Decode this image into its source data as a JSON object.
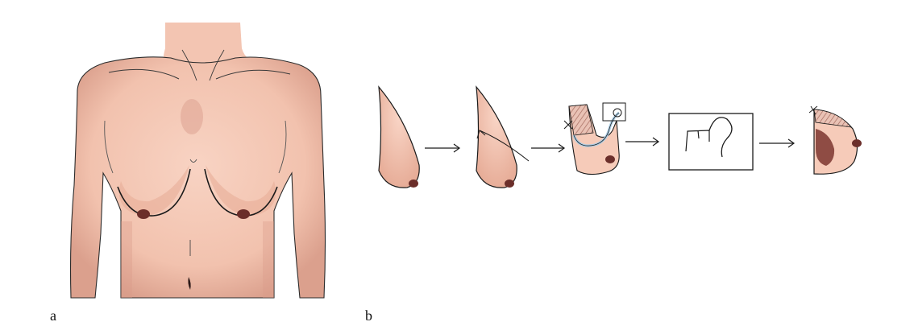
{
  "panels": {
    "a": {
      "label": "a"
    },
    "b": {
      "label": "b"
    }
  },
  "icons": [
    "torso-illustration",
    "arrow-right-icon",
    "breast-profile-icon",
    "surgical-flap-icon",
    "suture-pattern-icon"
  ],
  "colors": {
    "skin": "#f6cbb9",
    "skin_shadow": "#d99c89",
    "areola": "#6b2e2a",
    "outline": "#1a1a1a",
    "flap_blue": "#a9cbe3",
    "hatch": "#b87a6c",
    "inner_tissue": "#8f4c44"
  }
}
